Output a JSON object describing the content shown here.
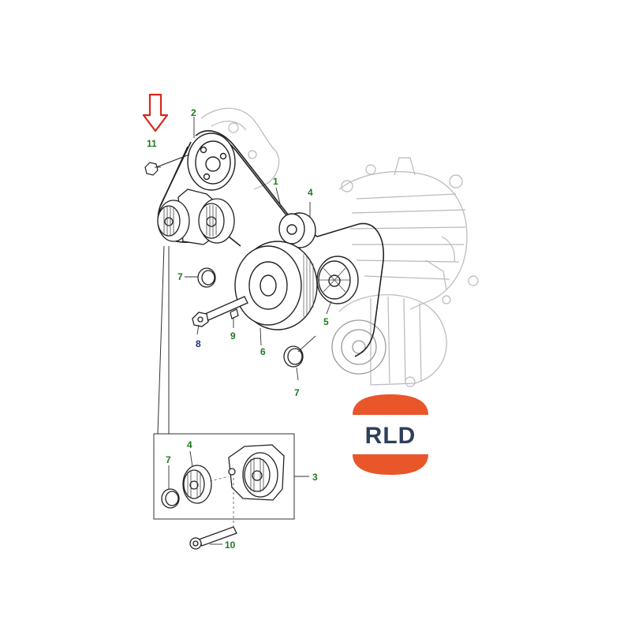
{
  "colors": {
    "label_green": "#1e7a1e",
    "label_navy": "#1c2f7a",
    "arrow_red": "#d9261c",
    "line_drawing": "#222222",
    "ghost_drawing": "#b9b9b9",
    "logo_orange": "#e8562a",
    "logo_text": "#2e3f5c"
  },
  "logo": {
    "text": "RLD"
  },
  "callouts": {
    "n1": "1",
    "n2": "2",
    "n3": "3",
    "n4_top": "4",
    "n4_inset": "4",
    "n5": "5",
    "n6": "6",
    "n7_left": "7",
    "n7_bottom": "7",
    "n7_inset": "7",
    "n8": "8",
    "n9": "9",
    "n10": "10",
    "n11": "11"
  },
  "icons": {
    "indicator": "down-arrow-icon",
    "brand": "rld-logo"
  }
}
